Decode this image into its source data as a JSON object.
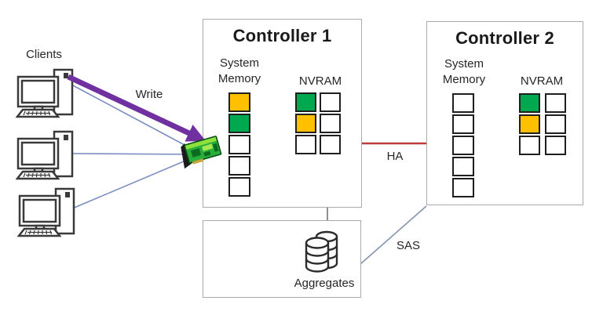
{
  "labels": {
    "clients": "Clients",
    "write": "Write",
    "ha": "HA",
    "sas": "SAS"
  },
  "controller1": {
    "title": "Controller 1",
    "system_memory_label": "System Memory",
    "nvram_label": "NVRAM",
    "system_memory_cells": [
      "orange",
      "green",
      "white",
      "white",
      "white"
    ],
    "nvram_col1": [
      "green",
      "orange",
      "white"
    ],
    "nvram_col2": [
      "white",
      "white",
      "white"
    ]
  },
  "controller2": {
    "title": "Controller 2",
    "system_memory_label": "System Memory",
    "nvram_label": "NVRAM",
    "system_memory_cells": [
      "white",
      "white",
      "white",
      "white",
      "white"
    ],
    "nvram_col1": [
      "green",
      "orange",
      "white"
    ],
    "nvram_col2": [
      "white",
      "white",
      "white"
    ]
  },
  "aggregates": {
    "label": "Aggregates"
  },
  "colors": {
    "cell_orange": "#FFC000",
    "cell_green": "#00A850",
    "write_arrow_purple": "#7030A0",
    "ha_line_red": "#C03A3A",
    "client_line_blue": "#7B8DC0",
    "sas_line_gray": "#8593AE",
    "box_border_gray": "#ABABAB"
  }
}
